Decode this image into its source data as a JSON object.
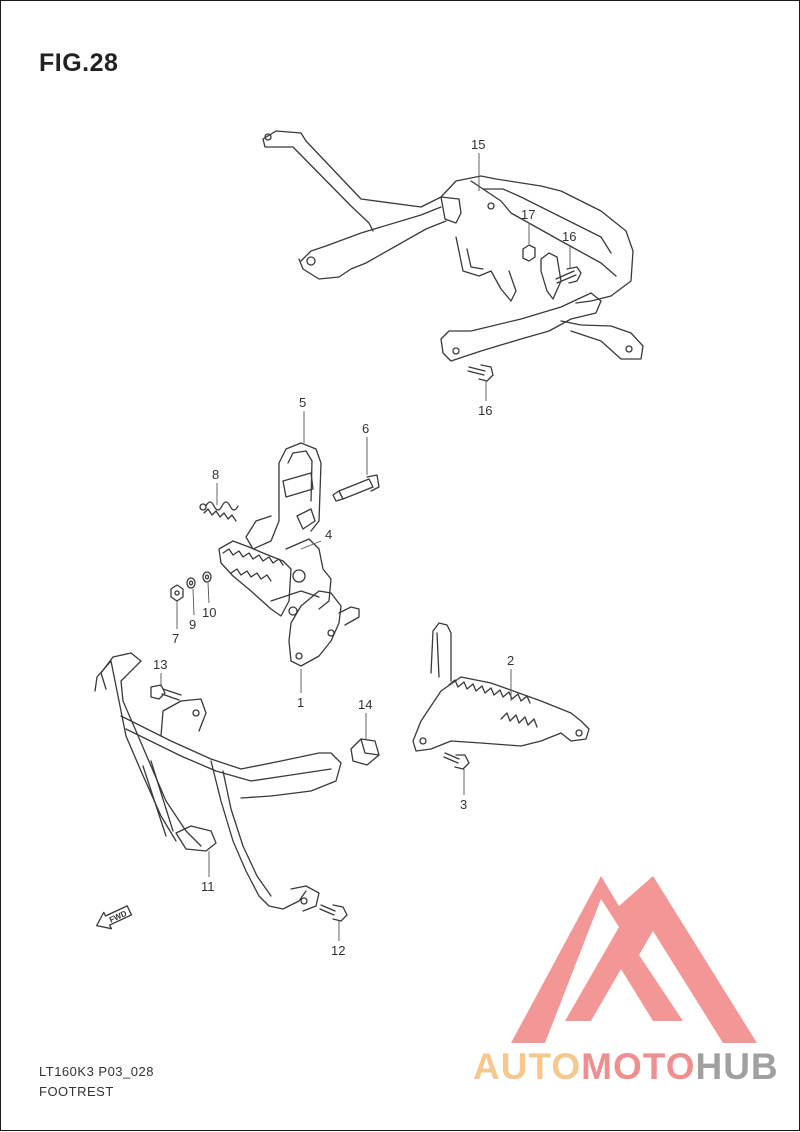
{
  "figure": {
    "title": "FIG.28",
    "model_code": "LT160K3 P03_028",
    "section_name": "FOOTREST"
  },
  "callouts": {
    "c1": "1",
    "c2": "2",
    "c3": "3",
    "c4": "4",
    "c5": "5",
    "c6": "6",
    "c7": "7",
    "c8": "8",
    "c9": "9",
    "c10": "10",
    "c11": "11",
    "c12": "12",
    "c13": "13",
    "c14": "14",
    "c15": "15",
    "c16a": "16",
    "c16b": "16",
    "c17": "17"
  },
  "direction_marker": {
    "label": "FWD",
    "icon": "forward-arrow-icon"
  },
  "watermark": {
    "brand_part1": "AUTO",
    "brand_part2": "MOTO",
    "brand_part3": "HUB",
    "colors": {
      "triangle": "#f28b8b",
      "auto": "#f5c98e",
      "moto": "#ef8f8f",
      "hub": "#a0a0a0"
    }
  }
}
